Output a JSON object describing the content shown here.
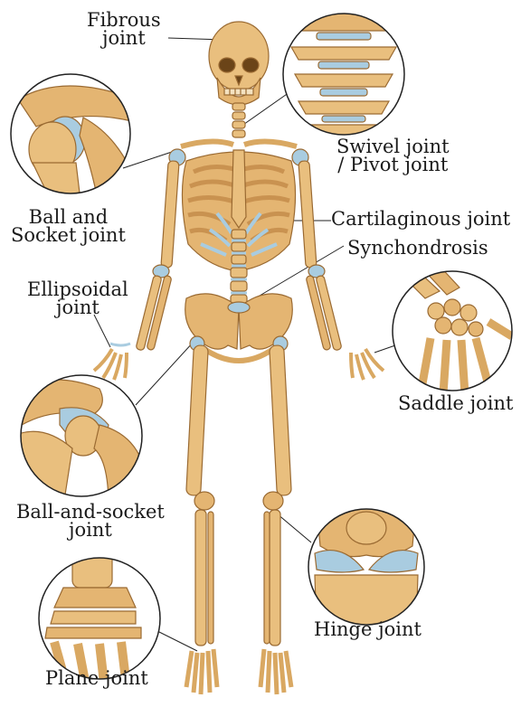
{
  "labels": {
    "fibrous": "Fibrous\njoint",
    "swivel": "Swivel joint\n/ Pivot joint",
    "ball_socket_shoulder": "Ball and\nSocket joint",
    "cartilaginous": "Cartilaginous joint",
    "synchondrosis": "Synchondrosis",
    "ellipsoidal": "Ellipsoidal\njoint",
    "saddle": "Saddle joint",
    "ball_socket_hip": "Ball-and-socket\njoint",
    "hinge": "Hinge joint",
    "plane": "Plane joint"
  },
  "colors": {
    "bone": "#e9bf7e",
    "bone_shadow": "#c99250",
    "bone_outline": "#9a6a32",
    "cartilage": "#a9cce0",
    "leader": "#222222"
  }
}
